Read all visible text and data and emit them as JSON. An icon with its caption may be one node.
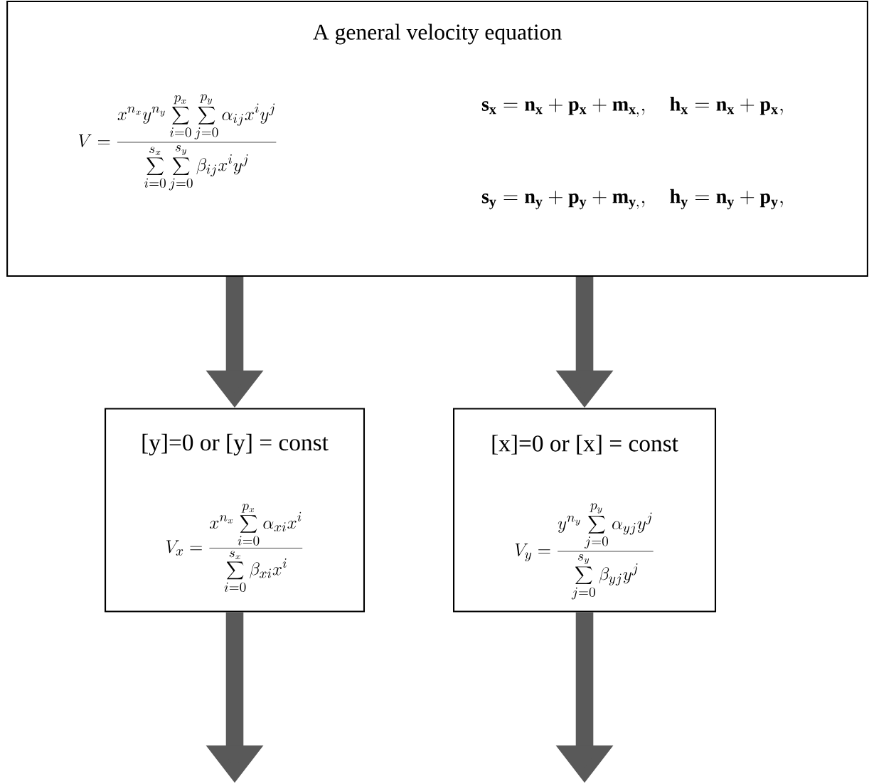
{
  "diagram": {
    "nodes": [
      {
        "text": [
          "A general velocity equation",
          "V=\\frac{\\displaystyle x^{n_x}y^{n_y}\\sum_{i=0}^{p_x}\\sum_{j=0}^{p_y}\\alpha_{ij}x^iy^j}{\\displaystyle\\sum_{i=0}^{s_x}\\sum_{j=0}^{s_y}\\beta_{ij}x^iy^j}",
          "\\mathbf{s_x = n_x + p_x + m_{x,},\\quad h_x = n_x + p_x,}",
          "\\mathbf{s_y = n_y + p_y + m_{y,},\\quad h_y = n_y + p_y,}"
        ]
      },
      {
        "text": [
          "[y]=0 or [y] = const",
          "V_x=\\frac{\\displaystyle x^{n_x}\\sum_{i=0}^{p_x}\\alpha_{xi}x^i}{\\displaystyle\\sum_{i=0}^{s_x}\\beta_{xi}x^i}"
        ]
      },
      {
        "text": [
          "[x]=0 or [x] = const",
          "V_y=\\frac{\\displaystyle y^{n_y}\\sum_{j=0}^{p_y}\\alpha_{yj}y^j}{\\displaystyle\\sum_{j=0}^{s_y}\\beta_{yj}y^j}"
        ]
      }
    ],
    "edges": [
      {
        "from": 0,
        "to": 1,
        "arrow": "to"
      },
      {
        "from": 0,
        "to": 2,
        "arrow": "to"
      },
      {
        "from": 1,
        "to": null,
        "arrow": "to"
      },
      {
        "from": 2,
        "to": null,
        "arrow": "to"
      }
    ]
  }
}
